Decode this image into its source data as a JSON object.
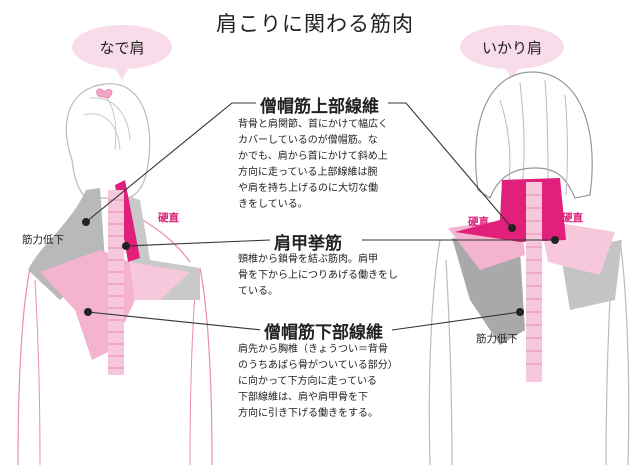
{
  "title": "肩こりに関わる筋肉",
  "left_figure": {
    "bubble": "なで肩",
    "label_weak": "筋力低下",
    "label_stiff": "硬直"
  },
  "right_figure": {
    "bubble": "いかり肩",
    "label_stiff_left": "硬直",
    "label_stiff_right": "硬直",
    "label_weak": "筋力低下"
  },
  "muscles": [
    {
      "name": "僧帽筋上部線維",
      "description": "背骨と肩関節、首にかけて幅広く\nカバーしているのが僧帽筋。な\nかでも、肩から首にかけて斜め上\n方向に走っている上部線維は腕\nや肩を持ち上げるのに大切な働\nきをしている。"
    },
    {
      "name": "肩甲挙筋",
      "description": "頸椎から鎖骨を結ぶ筋肉。肩甲\n骨を下から上につりあげる働きをし\nている。"
    },
    {
      "name": "僧帽筋下部線維",
      "description": "肩先から胸椎（きょうつい＝背骨\nのうちあばら骨がついている部分）\nに向かって下方向に走っている\n下部線維は、肩や肩甲骨を下\n方向に引き下げる働きをする。"
    }
  ],
  "colors": {
    "magenta": "#e0207a",
    "pink": "#f2a6c8",
    "gray": "#a9a9a9",
    "line": "#333333"
  }
}
